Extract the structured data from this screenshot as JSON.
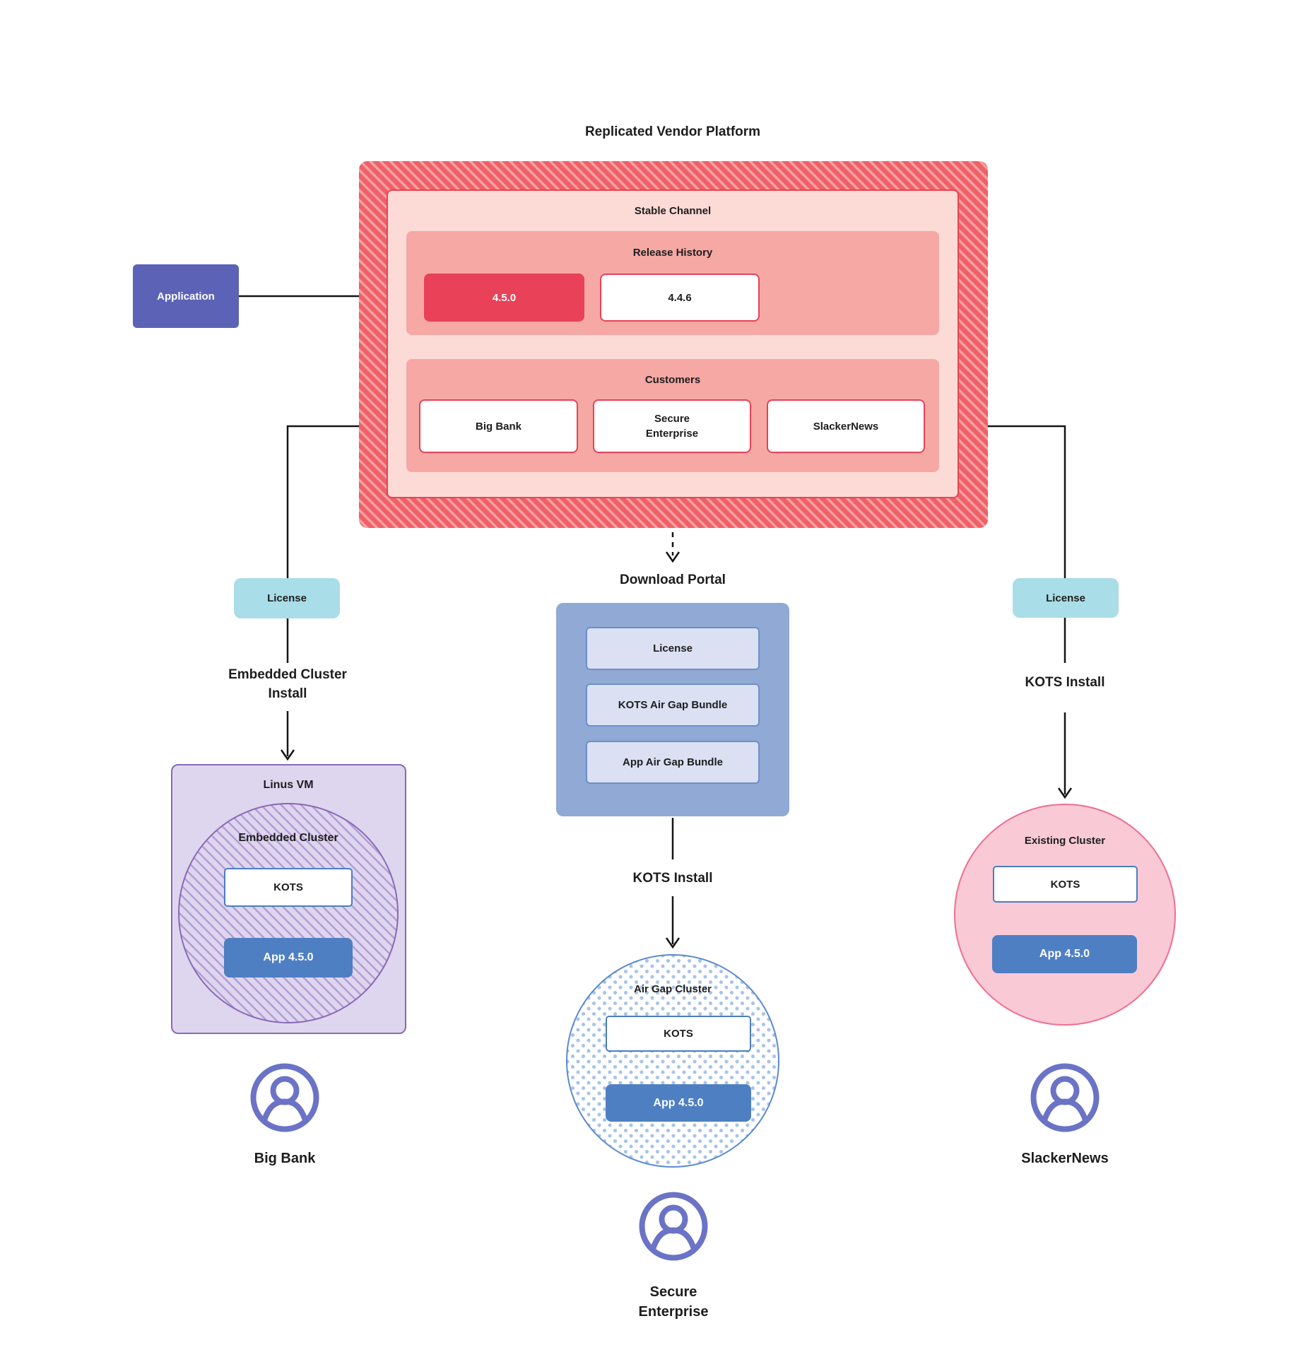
{
  "title": "Replicated Vendor Platform",
  "colors": {
    "platform_red_dark": "#ef6067",
    "platform_red_light": "#f79fa3",
    "stable_pink": "#fcdad6",
    "section_salmon": "#f6a8a4",
    "release_highlight": "#e84158",
    "box_border_red": "#e84550",
    "application_indigo": "#5c63b6",
    "license_teal": "#a9dde7",
    "portal_blue": "#90a9d5",
    "portal_item_lavender": "#dbe0f3",
    "app_blue": "#4e7fc3",
    "kots_border_blue": "#4a7ec0",
    "vm_purple": "#ded6ee",
    "vm_border_purple": "#8a68b8",
    "existing_pink": "#f9c9d6",
    "existing_border": "#f06e90",
    "person_indigo": "#6a73c6",
    "line_black": "#141414"
  },
  "application": {
    "label": "Application"
  },
  "platform": {
    "stable_channel": {
      "title": "Stable Channel",
      "release_history": {
        "title": "Release History",
        "releases": [
          "4.5.0",
          "4.4.6"
        ]
      },
      "customers": {
        "title": "Customers",
        "items": [
          "Big Bank",
          "Secure\nEnterprise",
          "SlackerNews"
        ]
      }
    }
  },
  "left_branch": {
    "license_label": "License",
    "install_label": "Embedded Cluster\nInstall",
    "vm_title": "Linus VM",
    "cluster_title": "Embedded Cluster",
    "kots_label": "KOTS",
    "app_label": "App 4.5.0",
    "customer_name": "Big Bank"
  },
  "center_branch": {
    "portal_title": "Download  Portal",
    "portal_items": [
      "License",
      "KOTS Air Gap Bundle",
      "App Air Gap Bundle"
    ],
    "install_label": "KOTS Install",
    "cluster_title": "Air Gap Cluster",
    "kots_label": "KOTS",
    "app_label": "App 4.5.0",
    "customer_name": "Secure\nEnterprise"
  },
  "right_branch": {
    "license_label": "License",
    "install_label": "KOTS Install",
    "cluster_title": "Existing Cluster",
    "kots_label": "KOTS",
    "app_label": "App 4.5.0",
    "customer_name": "SlackerNews"
  }
}
